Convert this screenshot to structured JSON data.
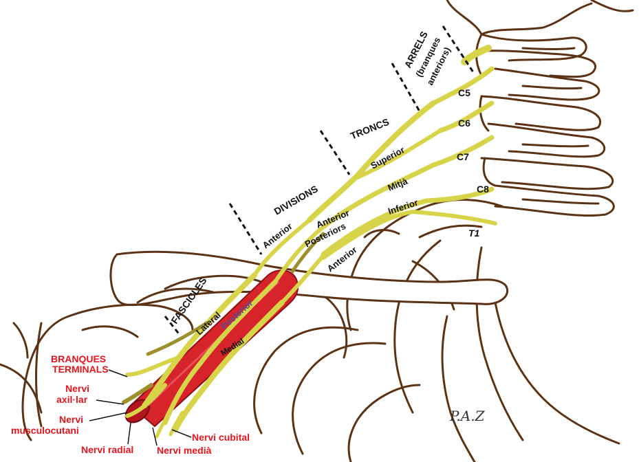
{
  "regions": {
    "arrels": "ARRELS",
    "arrels_sub1": "(branques",
    "arrels_sub2": "anteriors)",
    "troncs": "TRONCS",
    "divisions": "DIVISIONS",
    "fascicles": "FASCICLES"
  },
  "roots": [
    "C5",
    "C6",
    "C7",
    "C8",
    "T1"
  ],
  "trunks": {
    "superior": "Superior",
    "mitja": "Mitjà",
    "inferior": "Inferior"
  },
  "divisions": {
    "anterior1": "Anterior",
    "anterior2": "Anterior",
    "posteriors": "Posteriors",
    "anterior3": "Anterior"
  },
  "cords": {
    "lateral": "Lateral",
    "posterior": "Posterior",
    "medial": "Medial"
  },
  "terminals": {
    "heading1": "BRANQUES",
    "heading2": "TERMINALS",
    "axillar1": "Nervi",
    "axillar2": "axil·lar",
    "musculo1": "Nervi",
    "musculo2": "musculocutani",
    "radial": "Nervi radial",
    "media": "Nervi medià",
    "cubital": "Nervi cubital"
  },
  "signature": "P.A.Z",
  "colors": {
    "nerve": "#d8d44a",
    "bone_outline": "#5c3214",
    "artery": "#d7232a",
    "terminal_labels": "#e8141b"
  }
}
